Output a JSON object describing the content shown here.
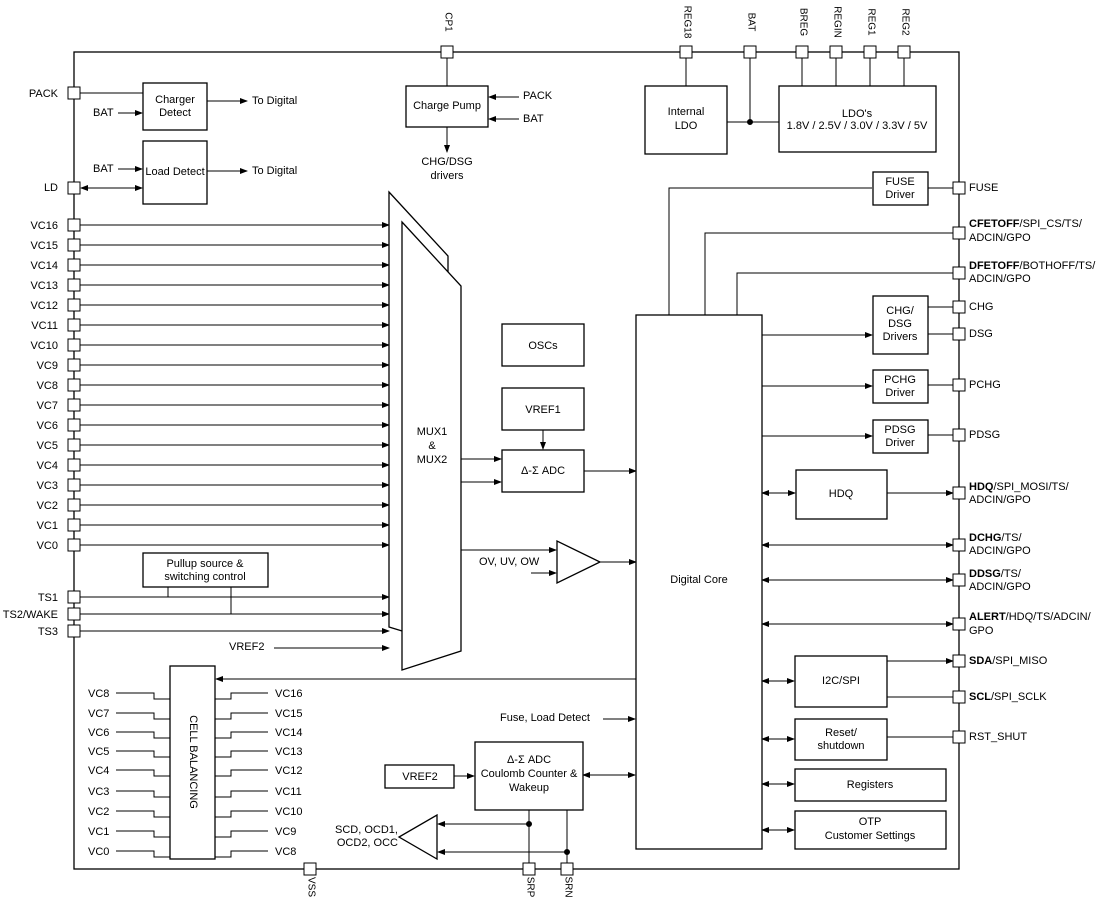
{
  "pins": {
    "cp1": "CP1",
    "reg18": "REG18",
    "bat": "BAT",
    "breg": "BREG",
    "regin": "REGIN",
    "reg1": "REG1",
    "reg2": "REG2",
    "pack": "PACK",
    "ld": "LD",
    "vc_left": [
      "VC16",
      "VC15",
      "VC14",
      "VC13",
      "VC12",
      "VC11",
      "VC10",
      "VC9",
      "VC8",
      "VC7",
      "VC6",
      "VC5",
      "VC4",
      "VC3",
      "VC2",
      "VC1",
      "VC0"
    ],
    "ts1": "TS1",
    "ts2": "TS2/WAKE",
    "ts3": "TS3",
    "vss": "VSS",
    "srp": "SRP",
    "srn": "SRN",
    "fuse": "FUSE",
    "cfetoff_b": "CFETOFF",
    "cfetoff_r": "/SPI_CS/TS/",
    "cfetoff_2": "ADCIN/GPO",
    "dfetoff_b": "DFETOFF",
    "dfetoff_r": "/BOTHOFF/TS/",
    "dfetoff_2": "ADCIN/GPO",
    "chg": "CHG",
    "dsg": "DSG",
    "pchg": "PCHG",
    "pdsg": "PDSG",
    "hdq_b": "HDQ",
    "hdq_r": "/SPI_MOSI/TS/",
    "hdq_2": "ADCIN/GPO",
    "dchg_b": "DCHG",
    "dchg_r": "/TS/",
    "dchg_2": "ADCIN/GPO",
    "ddsg_b": "DDSG",
    "ddsg_r": "/TS/",
    "ddsg_2": "ADCIN/GPO",
    "alert_b": "ALERT",
    "alert_r": "/HDQ/TS/ADCIN/",
    "alert_2": "GPO",
    "sda_b": "SDA",
    "sda_r": "/SPI_MISO",
    "scl_b": "SCL",
    "scl_r": "/SPI_SCLK",
    "rst": "RST_SHUT"
  },
  "blocks": {
    "charger_detect": [
      "Charger",
      "Detect"
    ],
    "load_detect": "Load Detect",
    "charge_pump": "Charge Pump",
    "internal_ldo": [
      "Internal",
      "LDO"
    ],
    "ldos": [
      "LDO's",
      "1.8V / 2.5V / 3.0V / 3.3V / 5V"
    ],
    "fuse_driver": [
      "FUSE",
      "Driver"
    ],
    "chg_dsg_drivers": [
      "CHG/",
      "DSG",
      "Drivers"
    ],
    "pchg_driver": [
      "PCHG",
      "Driver"
    ],
    "pdsg_driver": [
      "PDSG",
      "Driver"
    ],
    "oscs": "OSCs",
    "vref1": "VREF1",
    "adc": "Δ-Σ  ADC",
    "mux": [
      "MUX1",
      "&",
      "MUX2"
    ],
    "digital_core": "Digital Core",
    "hdq": "HDQ",
    "i2c_spi": "I2C/SPI",
    "reset": [
      "Reset/",
      "shutdown"
    ],
    "registers": "Registers",
    "otp": [
      "OTP",
      "Customer Settings"
    ],
    "pullup": [
      "Pullup source &",
      "switching control"
    ],
    "cell_balancing": "CELL BALANCING",
    "vref2": "VREF2",
    "cc_adc": [
      "Δ-Σ ADC",
      "Coulomb Counter &",
      "Wakeup"
    ]
  },
  "labels": {
    "to_digital_1": "To Digital",
    "to_digital_2": "To Digital",
    "bat_1": "BAT",
    "bat_2": "BAT",
    "cp_pack": "PACK",
    "cp_bat": "BAT",
    "chg_dsg_drivers": [
      "CHG/DSG",
      "drivers"
    ],
    "vref2_in": "VREF2",
    "ov_uv_ow": "OV, UV, OW",
    "fuse_load_detect": "Fuse, Load Detect",
    "scd": [
      "SCD, OCD1,",
      "OCD2, OCC"
    ],
    "cb_left": [
      "VC8",
      "VC7",
      "VC6",
      "VC5",
      "VC4",
      "VC3",
      "VC2",
      "VC1",
      "VC0"
    ],
    "cb_right": [
      "VC16",
      "VC15",
      "VC14",
      "VC13",
      "VC12",
      "VC11",
      "VC10",
      "VC9",
      "VC8"
    ]
  }
}
